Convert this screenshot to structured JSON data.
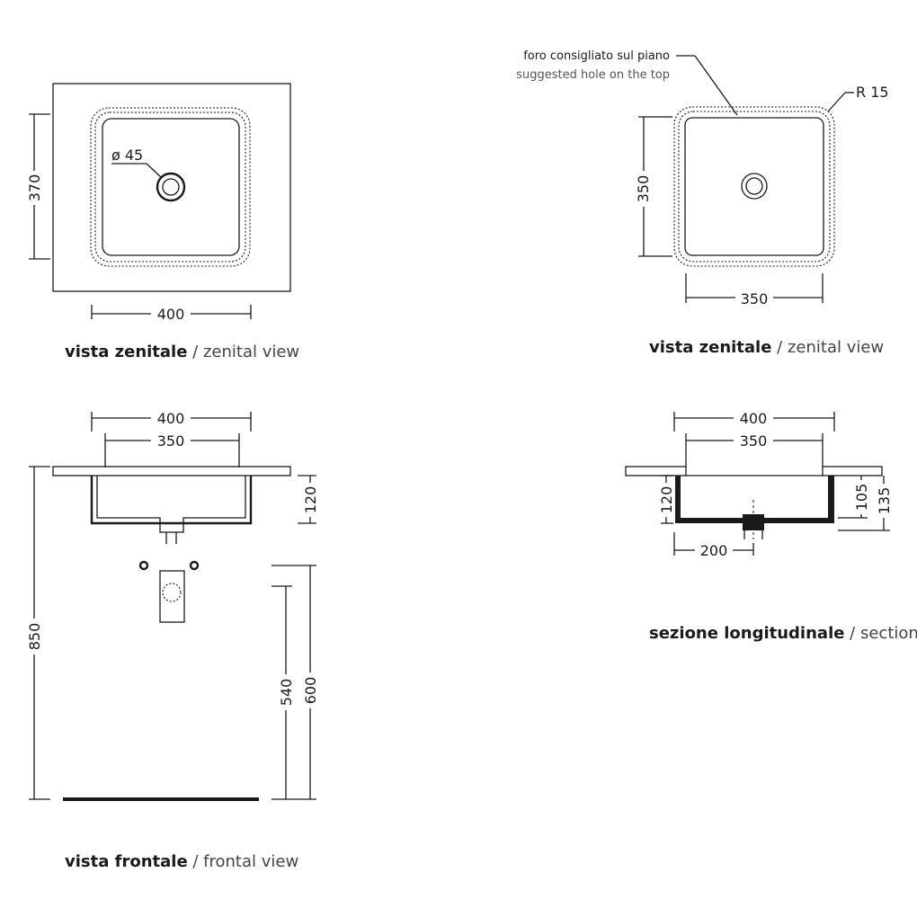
{
  "views": {
    "top_left": {
      "hole_label": "ø 45",
      "dim_width": "400",
      "dim_depth": "370",
      "caption_bold": "vista zenitale",
      "caption_sep": " / ",
      "caption_light": "zenital view"
    },
    "top_right": {
      "note_it": "foro consigliato sul piano",
      "note_en": "suggested hole on the top",
      "radius_label": "R 15",
      "dim_depth": "350",
      "dim_width": "350",
      "caption_bold": "vista zenitale",
      "caption_sep": " / ",
      "caption_light": "zenital view"
    },
    "front": {
      "dim_outer": "400",
      "dim_inner": "350",
      "dim_bowl": "120",
      "dim_total": "850",
      "dim_540": "540",
      "dim_600": "600",
      "caption_bold": "vista frontale",
      "caption_sep": " / ",
      "caption_light": "frontal view"
    },
    "section": {
      "dim_outer": "400",
      "dim_inner": "350",
      "dim_120": "120",
      "dim_105": "105",
      "dim_135": "135",
      "dim_200": "200",
      "caption_bold": "sezione longitudinale",
      "caption_sep": " / ",
      "caption_light": "section"
    }
  }
}
